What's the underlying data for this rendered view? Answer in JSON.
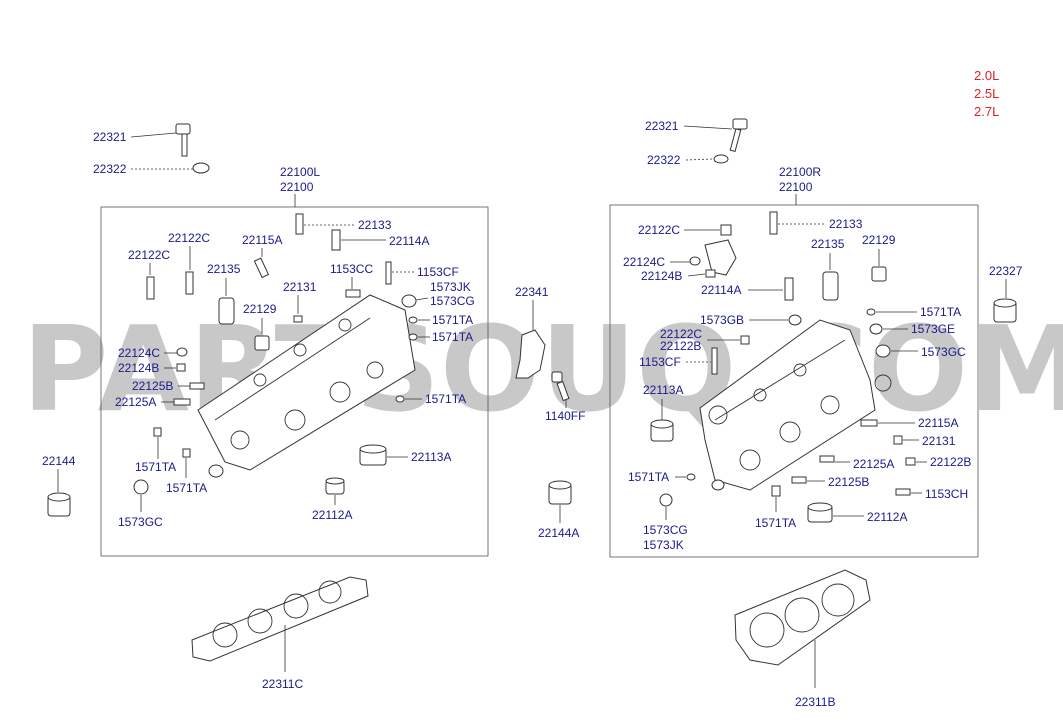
{
  "watermark": "PARTSOUQ.COM",
  "engine_variants": [
    "2.0L",
    "2.5L",
    "2.7L"
  ],
  "left_assembly": {
    "header": [
      "22100L",
      "22100"
    ],
    "outside": {
      "bolt": "22321",
      "washer": "22322",
      "plug": "22144",
      "gasket": "22311C"
    },
    "parts": {
      "p22133": "22133",
      "p22114A": "22114A",
      "p22122C": "22122C",
      "p22122C_2": "22122C",
      "p22115A": "22115A",
      "p22135": "22135",
      "p1153CC": "1153CC",
      "p1153CF": "1153CF",
      "p1573JK": "1573JK",
      "p1573CG": "1573CG",
      "p22131": "22131",
      "p22129": "22129",
      "p1571TA_1": "1571TA",
      "p1571TA_2": "1571TA",
      "p22124C": "22124C",
      "p22124B": "22124B",
      "p22125B": "22125B",
      "p22125A": "22125A",
      "p1571TA_3": "1571TA",
      "p1571TA_4": "1571TA",
      "p1571TA_5": "1571TA",
      "p22113A": "22113A",
      "p1573GC": "1573GC",
      "p22112A": "22112A"
    }
  },
  "middle": {
    "bracket": "22341",
    "bolt": "1140FF",
    "plug": "22144A"
  },
  "right_assembly": {
    "header": [
      "22100R",
      "22100"
    ],
    "outside": {
      "bolt": "22321",
      "washer": "22322",
      "plug": "22327",
      "gasket": "22311B"
    },
    "parts": {
      "p22122C": "22122C",
      "p22133": "22133",
      "p22135": "22135",
      "p22129": "22129",
      "p22124C": "22124C",
      "p22124B": "22124B",
      "p22114A": "22114A",
      "p1571TA_1": "1571TA",
      "p1573GB": "1573GB",
      "p1573GE": "1573GE",
      "p22122C_2": "22122C",
      "p22122B": "22122B",
      "p1573GC": "1573GC",
      "p1153CF": "1153CF",
      "p22113A": "22113A",
      "p22115A": "22115A",
      "p22131": "22131",
      "p22125A": "22125A",
      "p22122B_2": "22122B",
      "p1571TA_2": "1571TA",
      "p22125B": "22125B",
      "p1153CH": "1153CH",
      "p1573CG": "1573CG",
      "p1573JK": "1573JK",
      "p1571TA_3": "1571TA",
      "p22112A": "22112A"
    }
  }
}
